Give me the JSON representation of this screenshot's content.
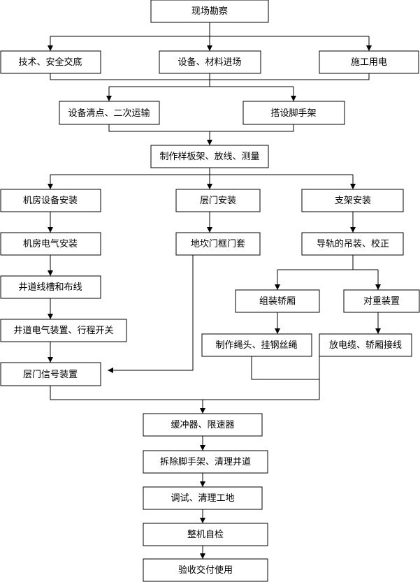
{
  "flowchart": {
    "steps": {
      "survey": "现场勘察",
      "handover": "技术、安全交底",
      "delivery": "设备、材料进场",
      "power": "施工用电",
      "inventory": "设备清点、二次运输",
      "scaffold": "搭设脚手架",
      "template": "制作样板架、放线、测量",
      "machine_room": "机房设备安装",
      "landing_door": "层门安装",
      "bracket": "支架安装",
      "machine_electric": "机房电气安装",
      "sill_frame": "地坎门框门套",
      "rail": "导轨的吊装、校正",
      "trunking": "井道线槽和布线",
      "car": "组装轿厢",
      "counterweight": "对重装置",
      "shaft_electric": "井道电气装置、行程开关",
      "rope": "制作绳头、挂钢丝绳",
      "cable": "放电缆、轿厢接线",
      "signal": "层门信号装置",
      "buffer": "缓冲器、限速器",
      "dismantle": "拆除脚手架、清理井道",
      "commissioning": "调试、清理工地",
      "self_check": "整机自检",
      "acceptance": "验收交付使用"
    }
  }
}
